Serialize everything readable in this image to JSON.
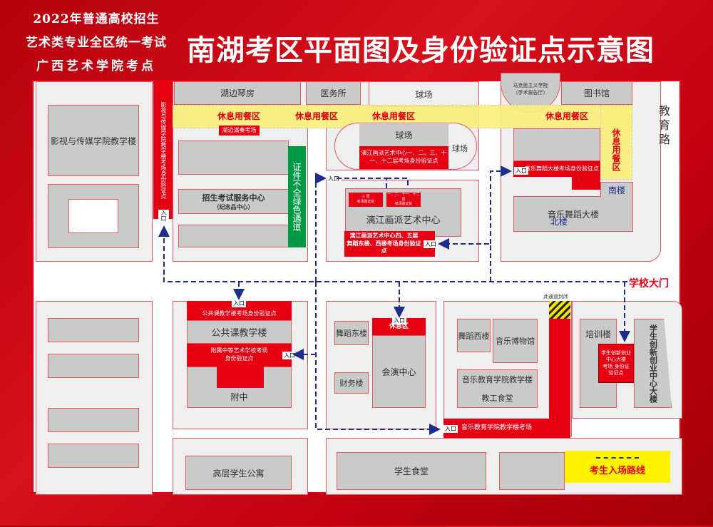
{
  "header": {
    "line1": "2022年普通高校招生",
    "line2": "艺术类专业全区统一考试",
    "line3": "广西艺术学院考点",
    "title": "南湖考区平面图及身份验证点示意图"
  },
  "colors": {
    "red": "#e60012",
    "route": "#1f2c8f",
    "yellow": "#fbf07c",
    "green": "#009a44",
    "building": "#c9caca"
  },
  "buildings": {
    "film_school": "影视与传媒学院教学楼",
    "piano": "湖边琴房",
    "clinic": "医务所",
    "court_top": "球场",
    "marx": "马克思主义学院\n（学术报告厅）",
    "library": "图书馆",
    "admission": "招生考试服务中心",
    "souvenir": "（纪念品中心）",
    "court": "球场",
    "court_side": "球场",
    "lijiang": "漓江画派艺术中心",
    "music_dance": "音乐舞蹈大楼",
    "south": "南楼",
    "north": "北楼",
    "public": "公共课教学楼",
    "fuzhong": "附中",
    "dance_east": "舞蹈东楼",
    "finance": "财务楼",
    "concert": "会演中心",
    "dance_west": "舞蹈西楼",
    "museum": "音乐博物馆",
    "music_edu": "音乐教育学院教学楼",
    "canteen_staff": "教工食堂",
    "training": "培训楼",
    "innovation": "学生创新创业中心大楼",
    "dorm": "高层学生公寓",
    "canteen": "学生食堂"
  },
  "checkpoints": {
    "film": "影视与传媒学院教学楼考场身份验证点",
    "lakeside": "湖边演奏考场",
    "lijiang_upper": "漓江画派艺术中心一、二、三、十一、十二层考场身份验证点",
    "floor3": "三 层\n考场验证处",
    "floor_multi": "一、二、十一、十二层\n考场验证处",
    "lijiang_lower": "漓江画派艺术中心四、五层\n舞蹈东楼、西楼考场身份验证点",
    "music_dance": "音乐舞蹈大楼考场身份验证点",
    "public": "公共课教学楼考场身份验证点",
    "fuzhong": "附属中等艺术学校考场\n身份验证点",
    "rest": "休息区",
    "music_edu": "音乐教育学院教学楼考场",
    "innovation": "学生创新创业\n中心大楼\n考场 身份证\n验证点"
  },
  "labels": {
    "rest_area": "休息用餐区",
    "green_channel": "证件不全绿色通道",
    "road": "教育路",
    "gate": "学校大门",
    "closed": "此通道封闭",
    "entrance": "入口",
    "legend": "考生入场路线"
  }
}
